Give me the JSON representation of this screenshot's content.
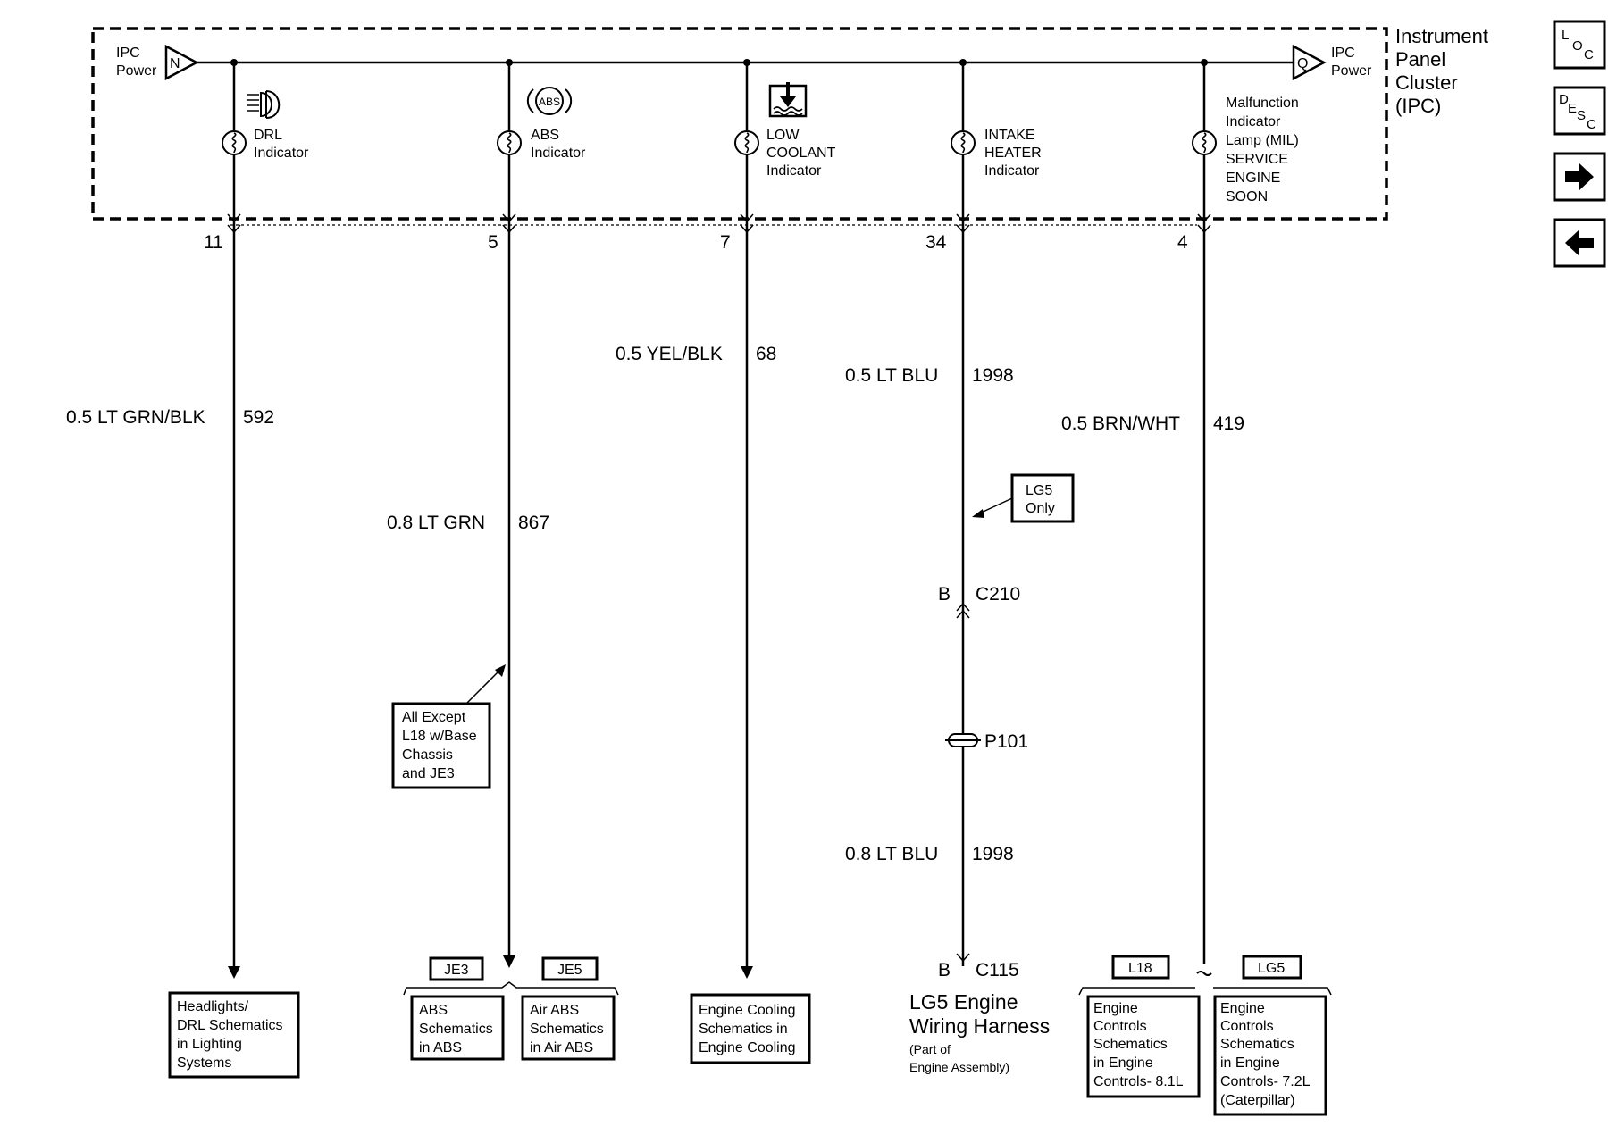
{
  "module": {
    "title_lines": [
      "Instrument",
      "Panel",
      "Cluster",
      "(IPC)"
    ],
    "power_left": {
      "label_lines": [
        "IPC",
        "Power"
      ],
      "symbol": "N"
    },
    "power_right": {
      "label_lines": [
        "IPC",
        "Power"
      ],
      "symbol": "Q"
    }
  },
  "indicators": [
    {
      "icon": "drl-headlamp-icon",
      "label_lines": [
        "DRL",
        "Indicator"
      ],
      "pin": "11",
      "wire": "0.5 LT GRN/BLK",
      "circuit": "592"
    },
    {
      "icon": "abs-icon",
      "icon_text": "ABS",
      "label_lines": [
        "ABS",
        "Indicator"
      ],
      "pin": "5",
      "wire": "0.8 LT GRN",
      "circuit": "867"
    },
    {
      "icon": "low-coolant-icon",
      "label_lines": [
        "LOW",
        "COOLANT",
        "Indicator"
      ],
      "pin": "7",
      "wire": "0.5 YEL/BLK",
      "circuit": "68"
    },
    {
      "icon": "none",
      "label_lines": [
        "INTAKE",
        "HEATER",
        "Indicator"
      ],
      "pin": "34",
      "wire": "0.5 LT BLU",
      "circuit": "1998"
    },
    {
      "icon": "none",
      "label_lines": [
        "Malfunction",
        "Indicator",
        "Lamp (MIL)",
        "SERVICE",
        "ENGINE",
        "SOON"
      ],
      "pin": "4",
      "wire": "0.5 BRN/WHT",
      "circuit": "419"
    }
  ],
  "notes": {
    "lg5_only": [
      "LG5",
      "Only"
    ],
    "all_except": [
      "All Except",
      "L18 w/Base",
      "Chassis",
      "and JE3"
    ]
  },
  "connectors": {
    "c210": {
      "pin": "B",
      "name": "C210"
    },
    "p101": {
      "name": "P101"
    },
    "c115": {
      "pin": "B",
      "name": "C115"
    },
    "lower_wire": {
      "wire": "0.8 LT BLU",
      "circuit": "1998"
    }
  },
  "harness": {
    "title_lines": [
      "LG5 Engine",
      "Wiring Harness"
    ],
    "sub_lines": [
      "(Part of",
      "Engine Assembly)"
    ]
  },
  "option_tags": {
    "je3": "JE3",
    "je5": "JE5",
    "l18": "L18",
    "lg5": "LG5"
  },
  "destinations": {
    "drl": [
      "Headlights/",
      "DRL Schematics",
      "in Lighting",
      "Systems"
    ],
    "abs": [
      "ABS",
      "Schematics",
      "in ABS"
    ],
    "air_abs": [
      "Air ABS",
      "Schematics",
      "in Air ABS"
    ],
    "cooling": [
      "Engine Cooling",
      "Schematics in",
      "Engine Cooling"
    ],
    "engine_81": [
      "Engine",
      "Controls",
      "Schematics",
      "in Engine",
      "Controls- 8.1L"
    ],
    "engine_72": [
      "Engine",
      "Controls",
      "Schematics",
      "in Engine",
      "Controls- 7.2L",
      "(Caterpillar)"
    ]
  },
  "nav": {
    "loc": {
      "big": "L",
      "mid": "O",
      "sub": "C"
    },
    "desc": {
      "big": "D",
      "mid": "E",
      "mid2": "S",
      "sub": "C"
    },
    "next": "→",
    "prev": "←"
  }
}
